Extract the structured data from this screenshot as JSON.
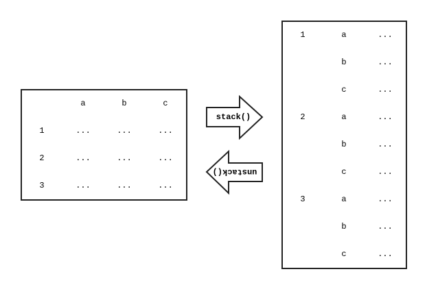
{
  "wide_table": {
    "columns": [
      "a",
      "b",
      "c"
    ],
    "rows": [
      {
        "label": "1",
        "values": [
          "...",
          "...",
          "..."
        ]
      },
      {
        "label": "2",
        "values": [
          "...",
          "...",
          "..."
        ]
      },
      {
        "label": "3",
        "values": [
          "...",
          "...",
          "..."
        ]
      }
    ]
  },
  "long_table": {
    "rows": [
      {
        "outer": "1",
        "inner": "a",
        "value": "..."
      },
      {
        "outer": "",
        "inner": "b",
        "value": "..."
      },
      {
        "outer": "",
        "inner": "c",
        "value": "..."
      },
      {
        "outer": "2",
        "inner": "a",
        "value": "..."
      },
      {
        "outer": "",
        "inner": "b",
        "value": "..."
      },
      {
        "outer": "",
        "inner": "c",
        "value": "..."
      },
      {
        "outer": "3",
        "inner": "a",
        "value": "..."
      },
      {
        "outer": "",
        "inner": "b",
        "value": "..."
      },
      {
        "outer": "",
        "inner": "c",
        "value": "..."
      }
    ]
  },
  "arrows": {
    "stack_label": "stack()",
    "unstack_label": "unstack()"
  }
}
